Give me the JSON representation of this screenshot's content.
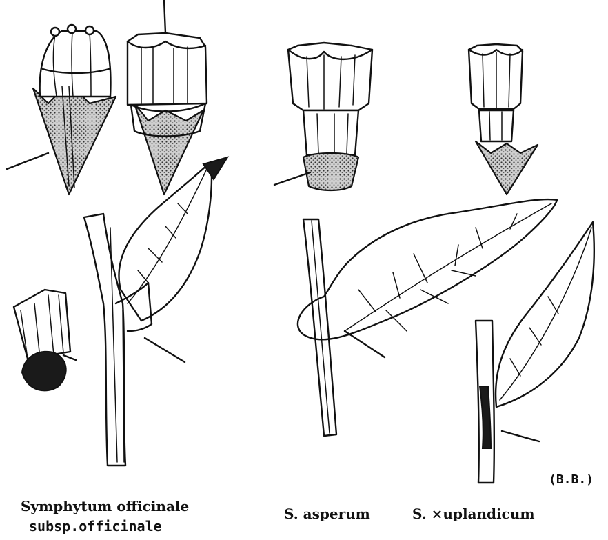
{
  "captions": {
    "officinale_line1": "Symphytum officinale",
    "officinale_line2": "subsp.officinale",
    "asperum": "S. asperum",
    "uplandicum": "S. ×uplandicum"
  },
  "credit": "(B.B.)",
  "figures": [
    {
      "name": "Symphytum officinale subsp. officinale",
      "parts": [
        "corolla-bud",
        "open-flower",
        "calyx",
        "nutlet",
        "winged-stem",
        "leaf"
      ]
    },
    {
      "name": "S. asperum",
      "parts": [
        "flower",
        "calyx",
        "stem",
        "leaf"
      ]
    },
    {
      "name": "S. ×uplandicum",
      "parts": [
        "flower",
        "calyx",
        "stem",
        "leaf"
      ]
    }
  ]
}
